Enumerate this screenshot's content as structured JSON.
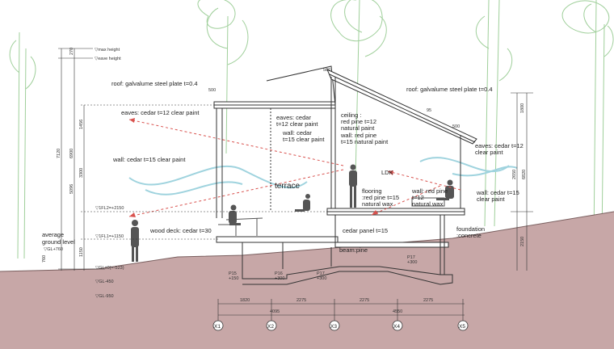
{
  "levels": {
    "max_height": "▽max height",
    "eave_height": "▽eave height",
    "fl2": "▽1FL2=+2150",
    "fl1": "▽1FL1=+1150",
    "gl": "▽GL±0(=-523)",
    "gl_450": "▽GL-450",
    "gl_950": "▽GL-950",
    "avg_ground": "average\nground level",
    "avg_ground_value": "▽GL+760"
  },
  "annotations": {
    "roof_left": "roof: galvalume steel plate t=0.4",
    "roof_right": "roof: galvalume steel plate t=0.4",
    "eaves_left": "eaves: cedar t=12 clear paint",
    "eaves_inner": "eaves: cedar\nt=12 clear paint",
    "wall_inner": "wall: cedar\nt=15 clear paint",
    "ceiling": "ceiling :\nred pine t=12\nnatural paint",
    "wall_left": "wall: cedar t=15 clear paint",
    "wall_red_pine_left": "wall: red pine\nt=15 natural paint",
    "wood_deck": "wood deck: cedar t=30",
    "flooring": "flooring\n:red pine t=15\nnatural wax",
    "wall_red_pine_right": "wall: red pine\nt=12\nnatural wax",
    "eaves_right": "eaves: cedar t=12\nclear paint",
    "wall_right": "wall: cedar t=15\nclear paint",
    "cedar_panel": "cedar panel t=15",
    "foundation": "foundation\n:concrete",
    "beam": "beam:pine"
  },
  "rooms": {
    "terrace": "terrace",
    "ldk": "LDK"
  },
  "dimensions": {
    "left_total": "7120",
    "left_6900": "6900",
    "left_5096": "5096",
    "left_3300": "3300",
    "left_1456": "1456",
    "left_1150": "1150",
    "left_270": "270",
    "left_760": "760",
    "right_1800": "1800",
    "right_2650": "2650",
    "right_6820": "6820",
    "right_2150": "2150",
    "top_500a": "500",
    "top_500b": "500",
    "top_500c": "500",
    "top_95": "95",
    "bottom_1820": "1820",
    "bottom_4095": "4095",
    "bottom_2275a": "2275",
    "bottom_2275b": "2275",
    "bottom_2275c": "2275",
    "bottom_4550": "4550"
  },
  "piers": {
    "p15": "P15\n+150",
    "p16": "P16\n+300",
    "p17": "P17\n+300",
    "p18": "P17\n+300"
  },
  "grid_axes": [
    "X1",
    "X2",
    "X3",
    "X4",
    "X5"
  ],
  "colors": {
    "ground": "#c7a7a7",
    "tree_outline": "#9fcf9a",
    "wind": "#9fd3de",
    "arrow": "#d9534f",
    "line": "#333333"
  }
}
